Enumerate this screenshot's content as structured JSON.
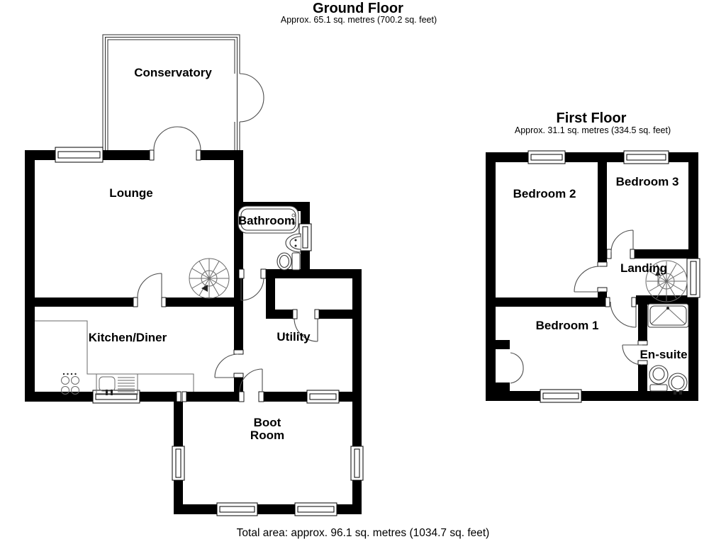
{
  "ground_floor": {
    "title": "Ground Floor",
    "subtitle": "Approx. 65.1 sq. metres (700.2 sq. feet)",
    "rooms": {
      "conservatory": "Conservatory",
      "lounge": "Lounge",
      "bathroom": "Bathroom",
      "kitchen_diner": "Kitchen/Diner",
      "utility": "Utility",
      "boot_room_line1": "Boot",
      "boot_room_line2": "Room"
    }
  },
  "first_floor": {
    "title": "First Floor",
    "subtitle": "Approx. 31.1 sq. metres (334.5 sq. feet)",
    "rooms": {
      "bedroom2": "Bedroom 2",
      "bedroom3": "Bedroom 3",
      "landing": "Landing",
      "bedroom1": "Bedroom 1",
      "ensuite": "En-suite"
    }
  },
  "footer": {
    "total_area": "Total area: approx. 96.1 sq. metres (1034.7 sq. feet)"
  },
  "colors": {
    "wall": "#000000",
    "background": "#ffffff",
    "door_line": "#4d4d4d"
  }
}
